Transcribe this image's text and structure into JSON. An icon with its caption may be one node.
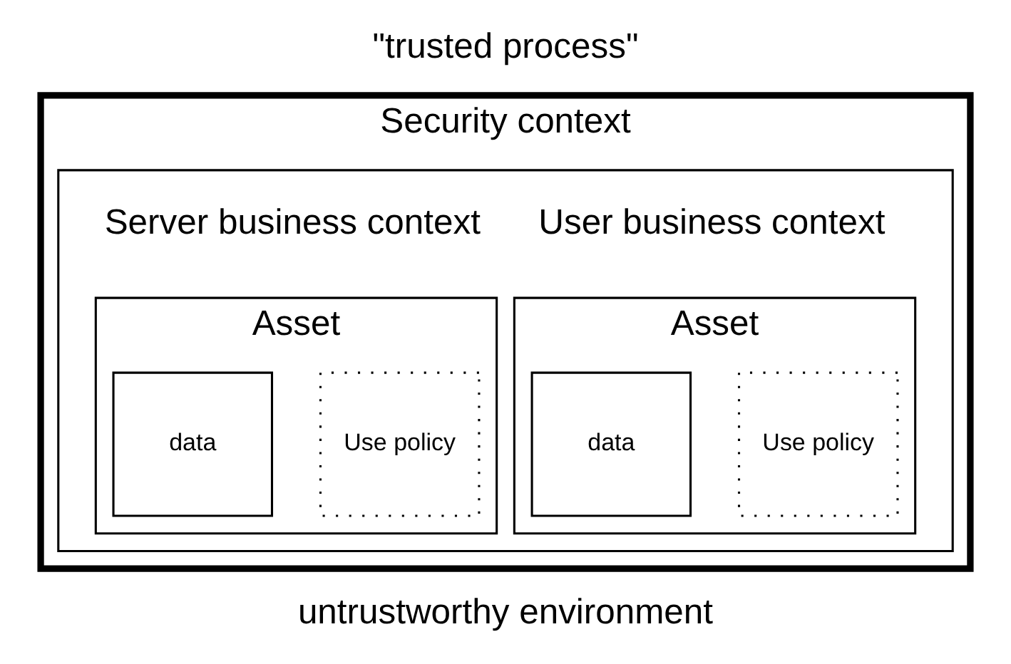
{
  "diagram": {
    "nodes": [
      {
        "text": [
          "Security context"
        ]
      },
      {
        "text": [
          "Server business context",
          "User business context"
        ],
        "in": 0
      },
      {
        "text": [
          "Asset"
        ],
        "in": 1
      },
      {
        "text": [
          "Use policy"
        ],
        "in": 2
      },
      {
        "text": [
          "data"
        ],
        "in": 2
      },
      {
        "text": [
          "Asset"
        ],
        "in": 1
      },
      {
        "text": [
          "Use policy"
        ],
        "in": 5
      },
      {
        "text": [
          "data"
        ],
        "in": 5
      }
    ],
    "labels": [
      "\"trusted process\"",
      "untrustworthy environment"
    ]
  }
}
